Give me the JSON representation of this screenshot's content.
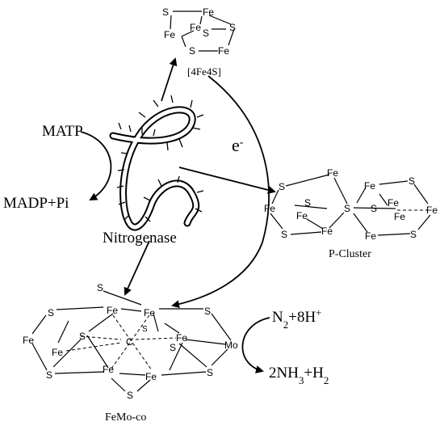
{
  "atoms": {
    "s": "S",
    "fe": "Fe",
    "mo": "Mo",
    "c": "C"
  },
  "clusters": {
    "fe4s4_label": "[4Fe4S]",
    "p_cluster_label": "P-Cluster",
    "femoco_label": "FeMo-co"
  },
  "enzyme": {
    "label": "Nitrogenase"
  },
  "atp_cycle": {
    "input": "MATP",
    "output": "MADP+Pi"
  },
  "electron": {
    "symbol": "e",
    "charge": "-"
  },
  "reaction": {
    "reactant_n": "N",
    "reactant_n_sub": "2",
    "reactant_h": "+8H",
    "reactant_h_sup": "+",
    "product_nh": "2NH",
    "product_nh_sub": "3",
    "product_h": "+H",
    "product_h_sub": "2"
  }
}
